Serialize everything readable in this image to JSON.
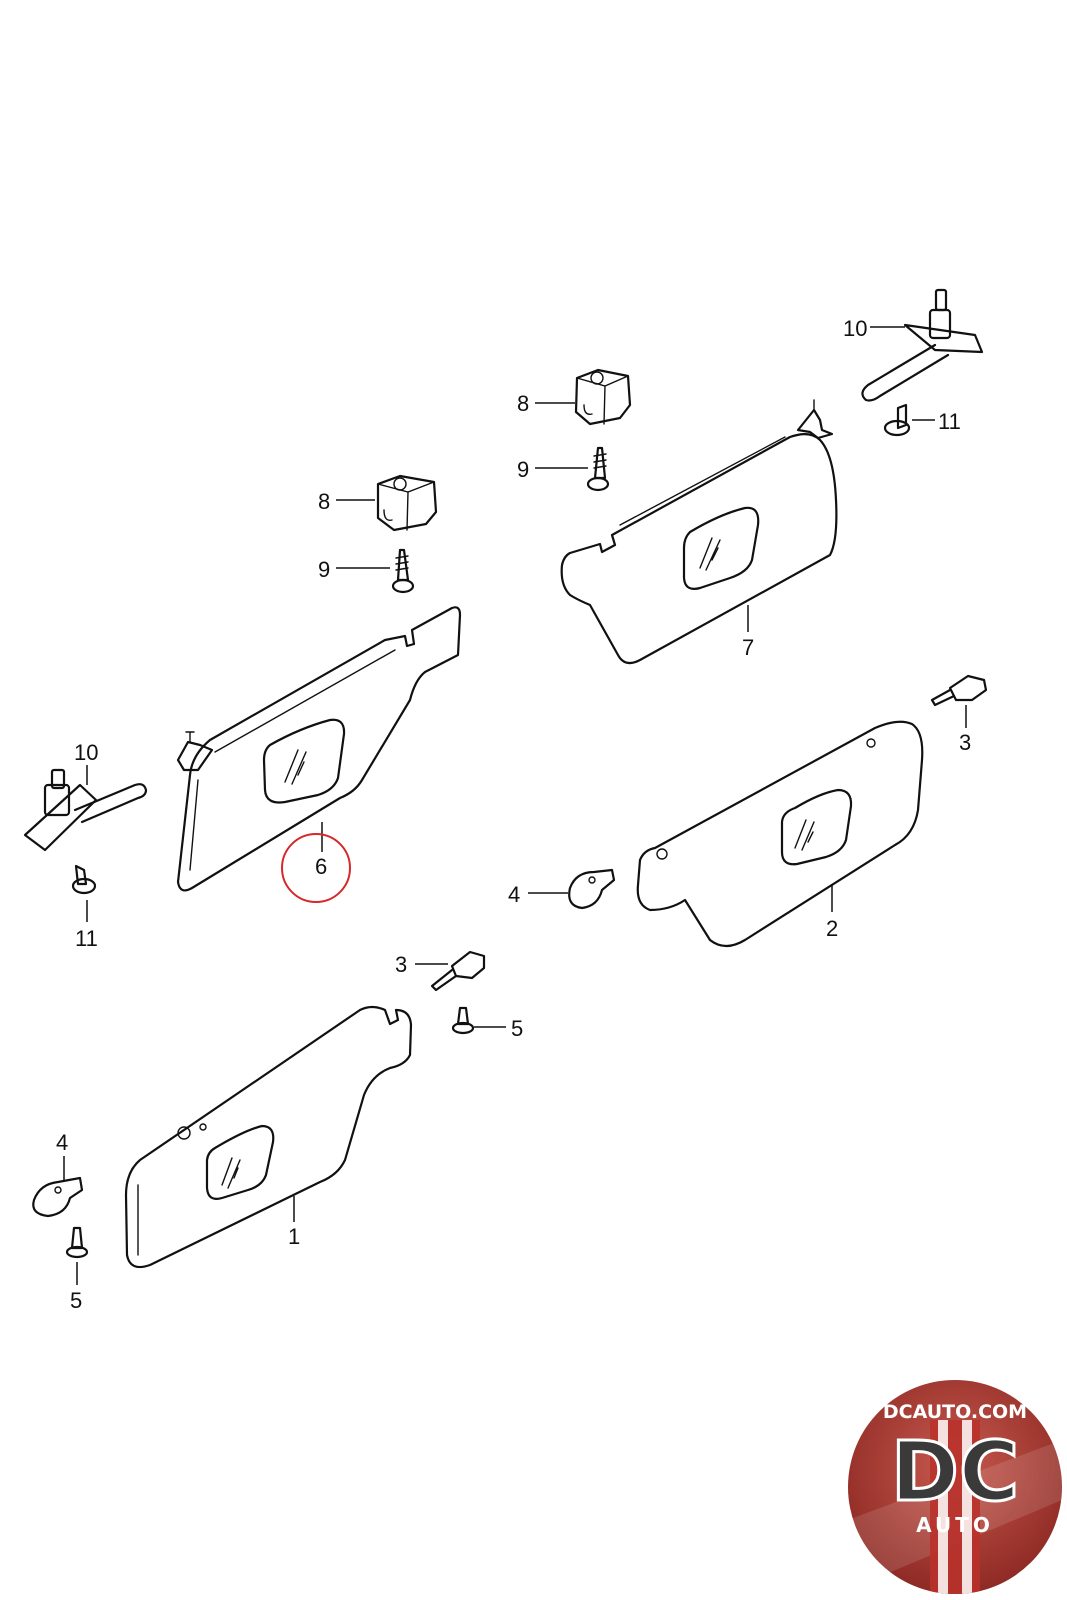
{
  "callouts": {
    "c1": "1",
    "c2": "2",
    "c3a": "3",
    "c3b": "3",
    "c4a": "4",
    "c4b": "4",
    "c5a": "5",
    "c5b": "5",
    "c6": "6",
    "c7": "7",
    "c8a": "8",
    "c8b": "8",
    "c9a": "9",
    "c9b": "9",
    "c10a": "10",
    "c10b": "10",
    "c11a": "11",
    "c11b": "11"
  },
  "highlighted_callout": "6",
  "colors": {
    "highlight": "#d62a2a",
    "logo_red": "#b8322b",
    "logo_dark": "#3a3a3a"
  },
  "logo": {
    "top_text": "DCAUTO.COM",
    "letters": "DC",
    "bottom_text": "AUTO"
  }
}
